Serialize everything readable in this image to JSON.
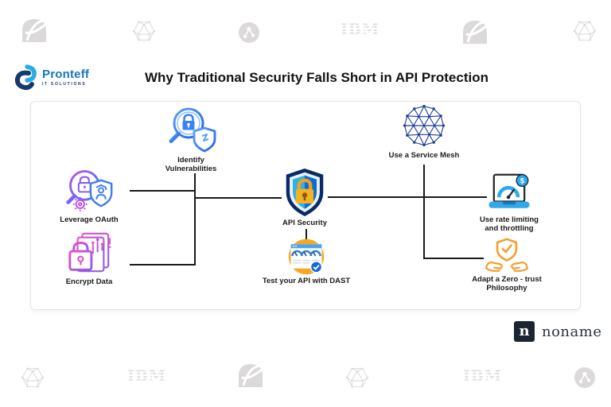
{
  "header": {
    "brand": {
      "name": "Pronteff",
      "tagline": "IT SOLUTIONS"
    },
    "title": "Why Traditional Security Falls Short in API Protection"
  },
  "diagram": {
    "center_node": {
      "label": "API Security"
    },
    "nodes": {
      "identify": {
        "label": "Identify\nVulnerabilities"
      },
      "service_mesh": {
        "label": "Use a Service Mesh"
      },
      "oauth": {
        "label": "Leverage OAuth"
      },
      "encrypt": {
        "label": "Encrypt Data"
      },
      "dast": {
        "label": "Test your API with DAST"
      },
      "rate_limit": {
        "label": "Use rate limiting\nand throttling"
      },
      "zero_trust": {
        "label": "Adapt a Zero - trust\nPhilosophy"
      }
    }
  },
  "vendor": {
    "mark": "n",
    "name": "noname"
  },
  "watermarks": {
    "ibm": "IBM"
  },
  "colors": {
    "shield_navy": "#0a2a66",
    "shield_light_blue": "#29b2f2",
    "shield_dark_blue": "#0d6bd6",
    "lock_gold": "#f6b21e",
    "connector_line": "#1a1a1a",
    "blue_accent": "#2f7de0",
    "purple": "#8a5cf0",
    "pink": "#e84fc6",
    "orange": "#f6a821",
    "mesh_navy": "#1e3f97",
    "brand_blue": "#1b75bc",
    "brand_navy": "#1d3a6b",
    "watermark_gray": "#dbd9d9"
  }
}
